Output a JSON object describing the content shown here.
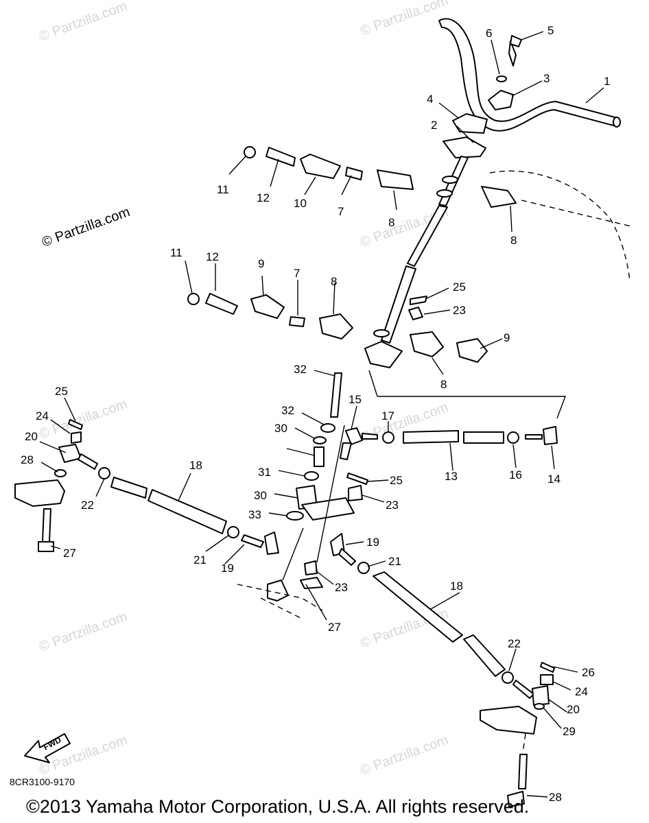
{
  "watermarks": [
    {
      "text": "© Partzilla.com"
    },
    {
      "text": "© Partzilla.com"
    },
    {
      "text": "© Partzilla.com"
    },
    {
      "text": "© Partzilla.com"
    },
    {
      "text": "© Partzilla.com"
    },
    {
      "text": "© Partzilla.com"
    },
    {
      "text": "© Partzilla.com"
    },
    {
      "text": "© Partzilla.com"
    },
    {
      "text": "© Partzilla.com"
    },
    {
      "text": "© Partzilla.com"
    }
  ],
  "part_labels": [
    "1",
    "2",
    "3",
    "4",
    "5",
    "6",
    "7",
    "7",
    "8",
    "8",
    "8",
    "8",
    "9",
    "9",
    "10",
    "11",
    "11",
    "12",
    "12",
    "13",
    "14",
    "15",
    "16",
    "17",
    "18",
    "18",
    "19",
    "19",
    "20",
    "20",
    "21",
    "21",
    "22",
    "22",
    "23",
    "23",
    "23",
    "24",
    "24",
    "25",
    "25",
    "25",
    "26",
    "27",
    "27",
    "28",
    "28",
    "29",
    "30",
    "30",
    "31",
    "32",
    "32",
    "33"
  ],
  "fwd_label": "FWD",
  "diagram_code": "8CR3100-9170",
  "copyright": "©2013 Yamaha Motor Corporation, U.S.A. All rights reserved."
}
